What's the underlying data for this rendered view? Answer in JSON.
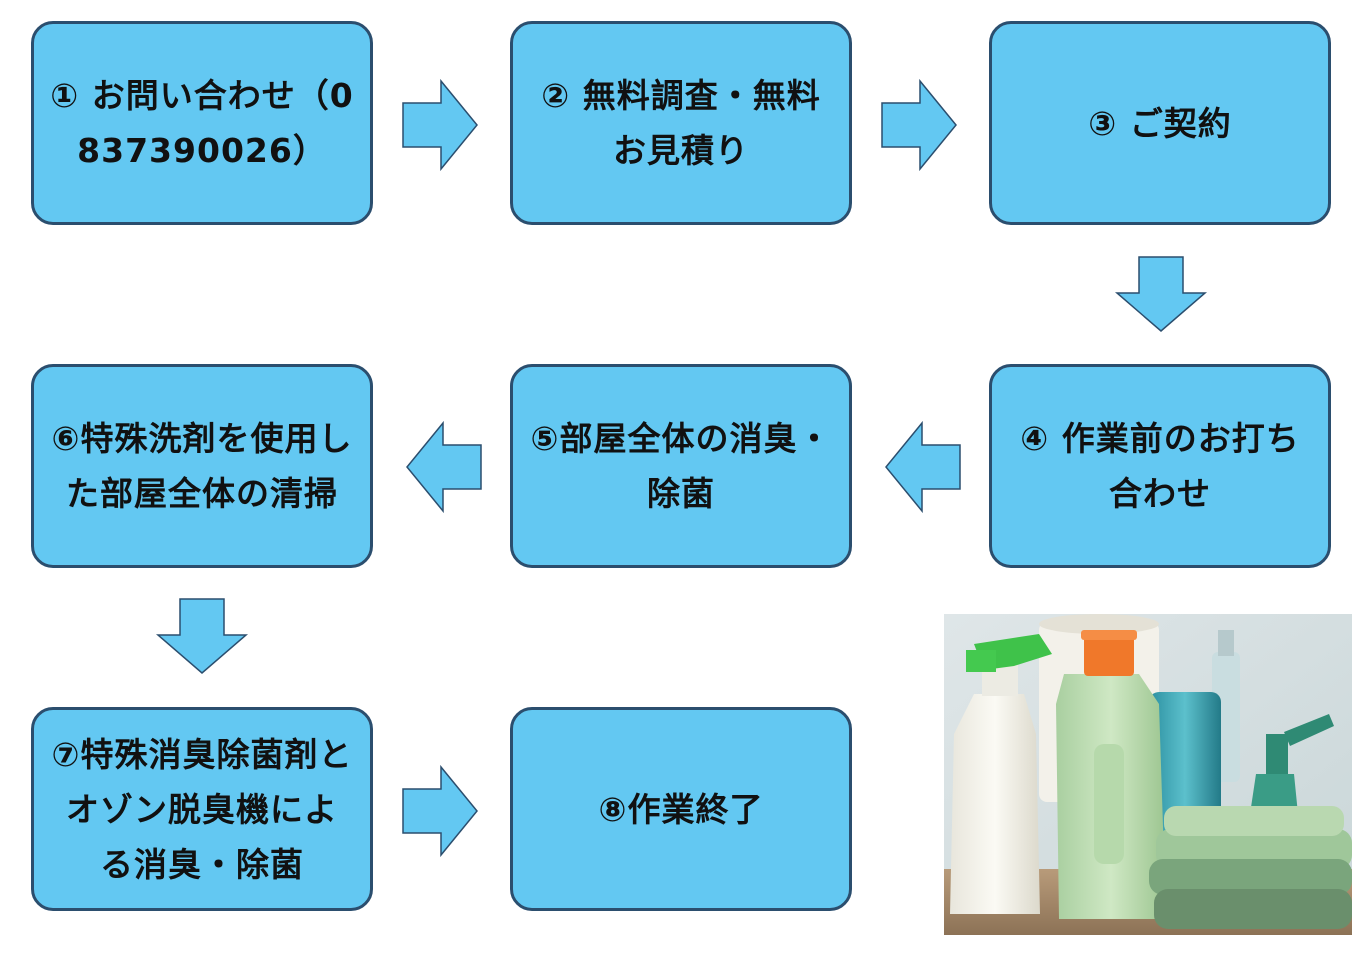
{
  "steps": [
    {
      "id": "step-1",
      "label": "① お問い合わせ（0837390026）"
    },
    {
      "id": "step-2",
      "label": "② 無料調査・無料お見積り"
    },
    {
      "id": "step-3",
      "label": "③ ご契約"
    },
    {
      "id": "step-4",
      "label": "④ 作業前のお打ち合わせ"
    },
    {
      "id": "step-5",
      "label": "⑤部屋全体の消臭・除菌"
    },
    {
      "id": "step-6",
      "label": "⑥特殊洗剤を使用した部屋全体の清掃"
    },
    {
      "id": "step-7",
      "label": "⑦特殊消臭除菌剤とオゾン脱臭機による消臭・除菌"
    },
    {
      "id": "step-8",
      "label": "⑧作業終了"
    }
  ],
  "colors": {
    "box_fill": "#63c8f2",
    "box_border": "#2b4e6e",
    "text": "#111111"
  },
  "arrows": [
    "right",
    "right",
    "down",
    "left",
    "left",
    "down",
    "right"
  ],
  "photo": {
    "icon": "cleaning-products-photo"
  }
}
